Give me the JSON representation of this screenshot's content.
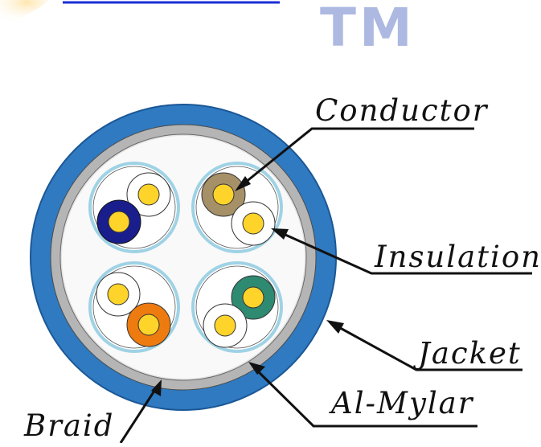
{
  "watermark": {
    "tm_text": "TM"
  },
  "diagram": {
    "labels": {
      "conductor": "Conductor",
      "insulation": "Insulation",
      "jacket": "Jacket",
      "al_mylar": "Al-Mylar",
      "braid": "Braid"
    },
    "colors": {
      "jacket": "#2f7ac1",
      "jacket_dark": "#1b5796",
      "braid": "#b5b5b5",
      "core_fill": "#f9f9f9",
      "shield": "#9fd2e5",
      "conductor": "#ffd42a",
      "pair1_colored": "#1a1e8c",
      "pair2_colored": "#a59068",
      "pair3_colored": "#ee7b10",
      "pair4_colored": "#2f8a72",
      "white_insulation": "#ffffff",
      "logo_swoosh": "#ffe3a8",
      "link": "#1a2ed6"
    },
    "pairs": [
      {
        "name": "pair-1",
        "colored": "blue"
      },
      {
        "name": "pair-2",
        "colored": "brown"
      },
      {
        "name": "pair-3",
        "colored": "orange"
      },
      {
        "name": "pair-4",
        "colored": "green"
      }
    ]
  }
}
